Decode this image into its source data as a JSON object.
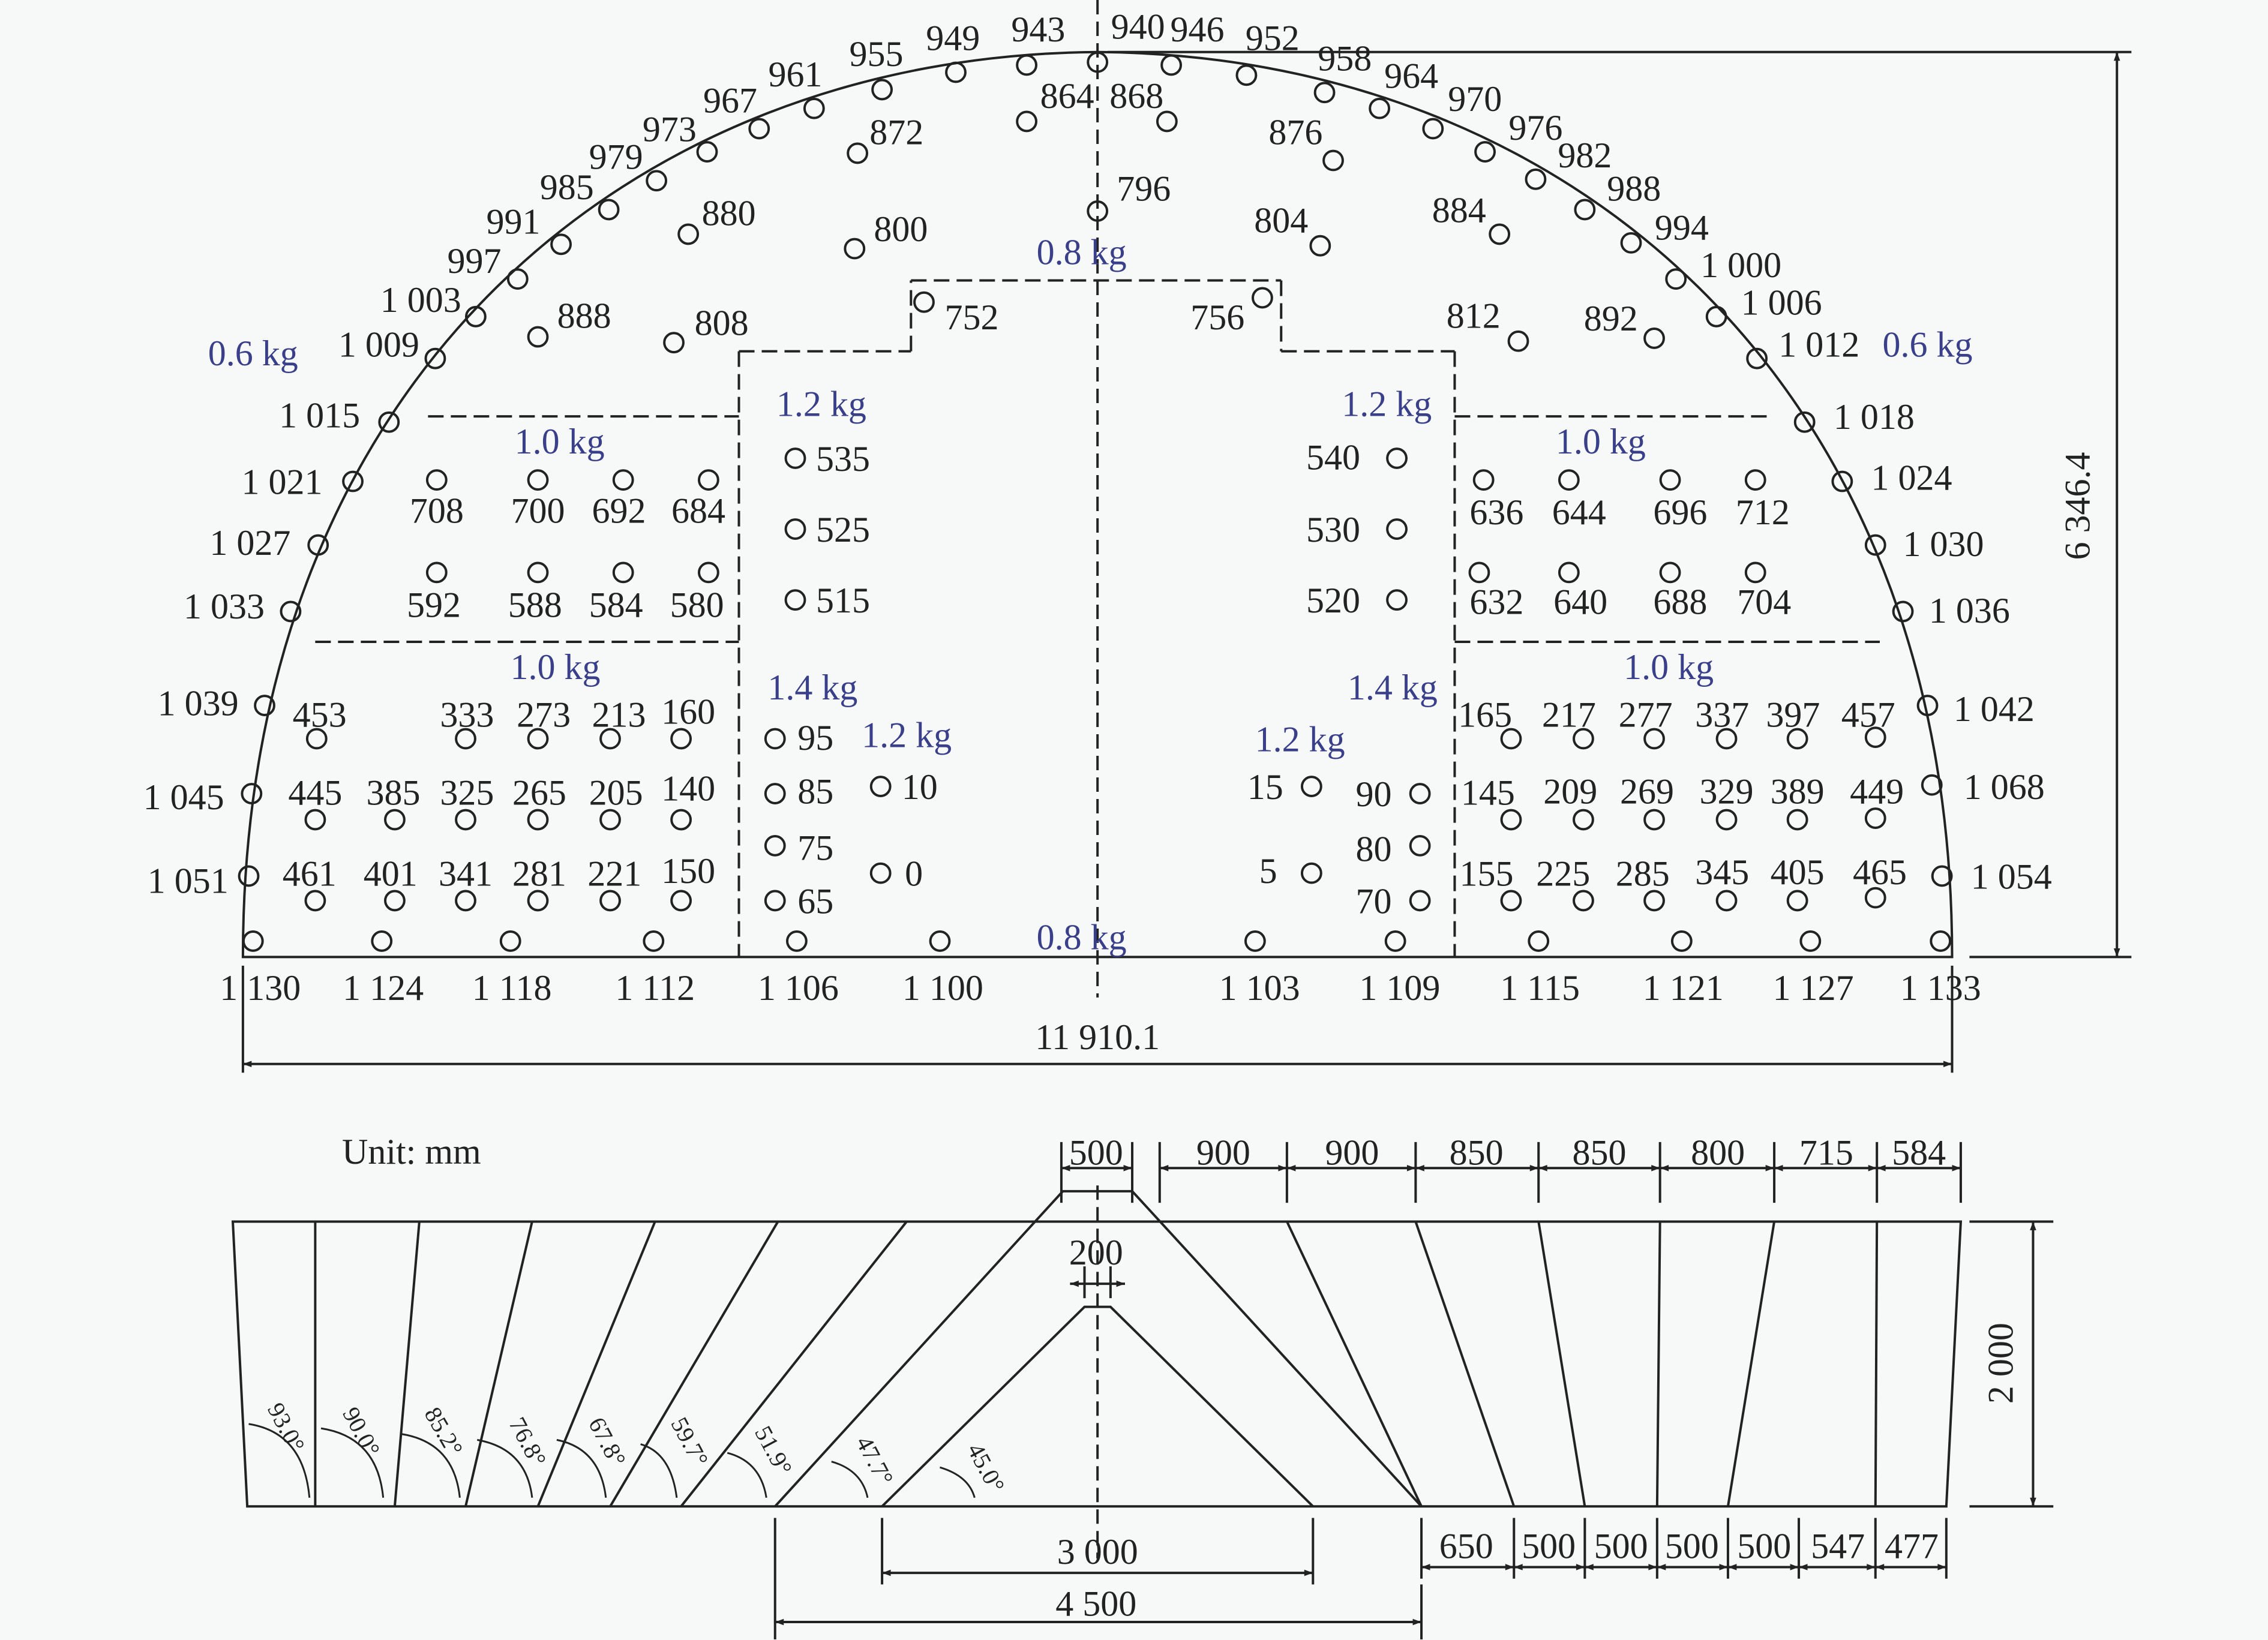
{
  "unit_label": "Unit: mm",
  "holes": [
    {
      "label": "940"
    },
    {
      "label": "943"
    },
    {
      "label": "946"
    },
    {
      "label": "949"
    },
    {
      "label": "952"
    },
    {
      "label": "955"
    },
    {
      "label": "958"
    },
    {
      "label": "961"
    },
    {
      "label": "964"
    },
    {
      "label": "967"
    },
    {
      "label": "970"
    },
    {
      "label": "973"
    },
    {
      "label": "976"
    },
    {
      "label": "979"
    },
    {
      "label": "982"
    },
    {
      "label": "985"
    },
    {
      "label": "988"
    },
    {
      "label": "991"
    },
    {
      "label": "994"
    },
    {
      "label": "997"
    },
    {
      "label": "1 000"
    },
    {
      "label": "1 003"
    },
    {
      "label": "1 006"
    },
    {
      "label": "1 009"
    },
    {
      "label": "1 012"
    },
    {
      "label": "1 015"
    },
    {
      "label": "1 018"
    },
    {
      "label": "1 021"
    },
    {
      "label": "1 024"
    },
    {
      "label": "1 027"
    },
    {
      "label": "1 030"
    },
    {
      "label": "1 033"
    },
    {
      "label": "1 036"
    },
    {
      "label": "1 039"
    },
    {
      "label": "1 042"
    },
    {
      "label": "1 045"
    },
    {
      "label": "1 068"
    },
    {
      "label": "1 051"
    },
    {
      "label": "1 054"
    },
    {
      "label": "864"
    },
    {
      "label": "868"
    },
    {
      "label": "872"
    },
    {
      "label": "876"
    },
    {
      "label": "880"
    },
    {
      "label": "884"
    },
    {
      "label": "800"
    },
    {
      "label": "796"
    },
    {
      "label": "804"
    },
    {
      "label": "888"
    },
    {
      "label": "808"
    },
    {
      "label": "752"
    },
    {
      "label": "756"
    },
    {
      "label": "812"
    },
    {
      "label": "892"
    },
    {
      "label": "535"
    },
    {
      "label": "525"
    },
    {
      "label": "515"
    },
    {
      "label": "540"
    },
    {
      "label": "530"
    },
    {
      "label": "520"
    },
    {
      "label": "708"
    },
    {
      "label": "700"
    },
    {
      "label": "692"
    },
    {
      "label": "684"
    },
    {
      "label": "636"
    },
    {
      "label": "644"
    },
    {
      "label": "696"
    },
    {
      "label": "712"
    },
    {
      "label": "592"
    },
    {
      "label": "588"
    },
    {
      "label": "584"
    },
    {
      "label": "580"
    },
    {
      "label": "632"
    },
    {
      "label": "640"
    },
    {
      "label": "688"
    },
    {
      "label": "704"
    },
    {
      "label": "453"
    },
    {
      "label": "333"
    },
    {
      "label": "273"
    },
    {
      "label": "213"
    },
    {
      "label": "160"
    },
    {
      "label": "165"
    },
    {
      "label": "217"
    },
    {
      "label": "277"
    },
    {
      "label": "337"
    },
    {
      "label": "397"
    },
    {
      "label": "457"
    },
    {
      "label": "445"
    },
    {
      "label": "385"
    },
    {
      "label": "325"
    },
    {
      "label": "265"
    },
    {
      "label": "205"
    },
    {
      "label": "140"
    },
    {
      "label": "145"
    },
    {
      "label": "209"
    },
    {
      "label": "269"
    },
    {
      "label": "329"
    },
    {
      "label": "389"
    },
    {
      "label": "449"
    },
    {
      "label": "461"
    },
    {
      "label": "401"
    },
    {
      "label": "341"
    },
    {
      "label": "281"
    },
    {
      "label": "221"
    },
    {
      "label": "150"
    },
    {
      "label": "155"
    },
    {
      "label": "225"
    },
    {
      "label": "285"
    },
    {
      "label": "345"
    },
    {
      "label": "405"
    },
    {
      "label": "465"
    },
    {
      "label": "95"
    },
    {
      "label": "85"
    },
    {
      "label": "75"
    },
    {
      "label": "65"
    },
    {
      "label": "10"
    },
    {
      "label": "0"
    },
    {
      "label": "15"
    },
    {
      "label": "5"
    },
    {
      "label": "90"
    },
    {
      "label": "80"
    },
    {
      "label": "70"
    },
    {
      "label": "1 130"
    },
    {
      "label": "1 124"
    },
    {
      "label": "1 118"
    },
    {
      "label": "1 112"
    },
    {
      "label": "1 106"
    },
    {
      "label": "1 100"
    },
    {
      "label": "1 103"
    },
    {
      "label": "1 109"
    },
    {
      "label": "1 115"
    },
    {
      "label": "1 121"
    },
    {
      "label": "1 127"
    },
    {
      "label": "1 133"
    }
  ],
  "charges": [
    {
      "label": "0.6 kg"
    },
    {
      "label": "0.6 kg"
    },
    {
      "label": "0.8 kg"
    },
    {
      "label": "0.8 kg"
    },
    {
      "label": "1.0 kg"
    },
    {
      "label": "1.0 kg"
    },
    {
      "label": "1.0 kg"
    },
    {
      "label": "1.0 kg"
    },
    {
      "label": "1.2 kg"
    },
    {
      "label": "1.2 kg"
    },
    {
      "label": "1.2 kg"
    },
    {
      "label": "1.2 kg"
    },
    {
      "label": "1.4 kg"
    },
    {
      "label": "1.4 kg"
    }
  ],
  "dimensions": {
    "width": "11 910.1",
    "height": "6 346.4",
    "top": [
      "500",
      "900",
      "900",
      "850",
      "850",
      "800",
      "715",
      "584"
    ],
    "inner": "200",
    "depth": "2 000",
    "bottom_right": [
      "650",
      "500",
      "500",
      "500",
      "500",
      "547",
      "477"
    ],
    "bottom_center_a": "3 000",
    "bottom_center_b": "4 500"
  },
  "angles": [
    "93.0°",
    "90.0°",
    "85.2°",
    "76.8°",
    "67.8°",
    "59.7°",
    "51.9°",
    "47.7°",
    "45.0°"
  ]
}
